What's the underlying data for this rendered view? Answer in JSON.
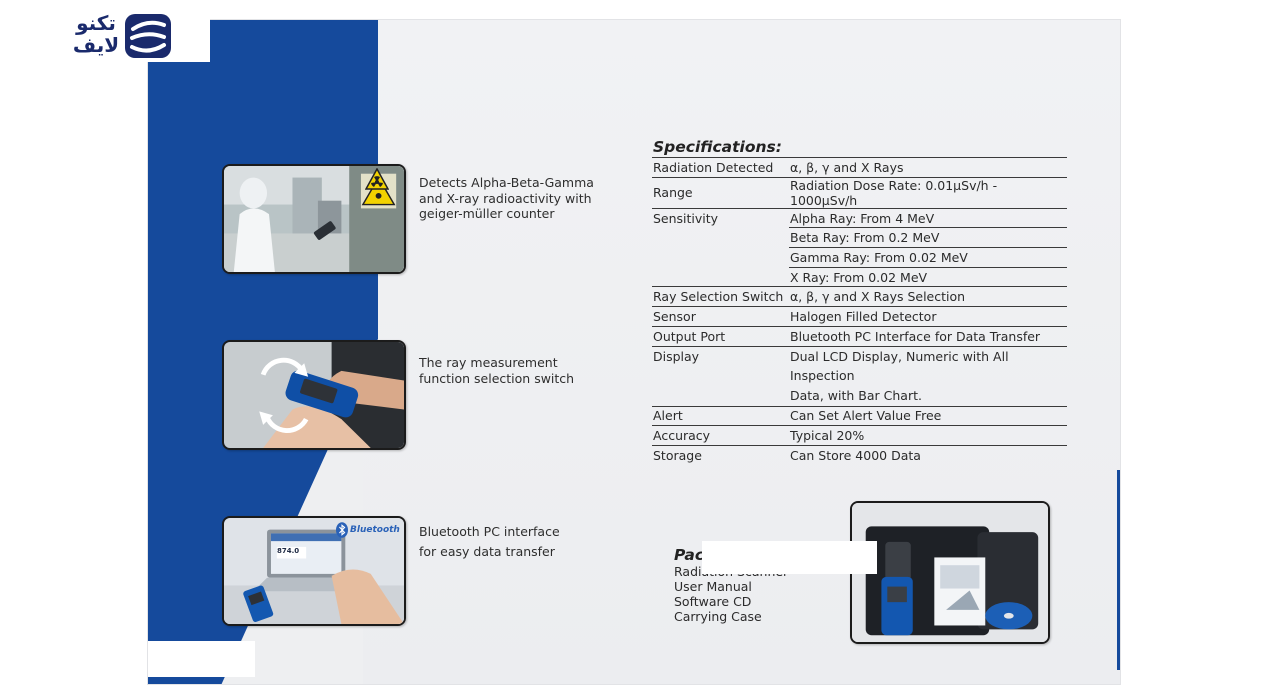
{
  "logo": {
    "line1": "تکنو",
    "line2": "لایف"
  },
  "features": [
    {
      "icon": "radiation-hazard-icon",
      "lines": [
        "Detects Alpha-Beta-Gamma",
        "and X-ray radioactivity with",
        "geiger-müller counter"
      ]
    },
    {
      "icon": "rotate-arrows-icon",
      "lines": [
        "The ray measurement",
        "function selection switch"
      ]
    },
    {
      "icon": "bluetooth-icon",
      "lines": [
        "Bluetooth PC interface",
        "for easy data transfer"
      ],
      "badge": "Bluetooth",
      "screen_value": "874.0"
    }
  ],
  "specifications": {
    "title": "Specifications:",
    "rows": [
      {
        "label": "Radiation Detected",
        "value": "α, β, γ and X Rays"
      },
      {
        "label": "Range",
        "value": "Radiation Dose Rate: 0.01μSv/h - 1000μSv/h"
      },
      {
        "label": "Sensitivity",
        "value": "Alpha Ray: From 4 MeV"
      },
      {
        "label": "",
        "value": "Beta Ray: From 0.2 MeV"
      },
      {
        "label": "",
        "value": "Gamma Ray: From 0.02 MeV"
      },
      {
        "label": "",
        "value": "X Ray: From 0.02 MeV"
      },
      {
        "label": "Ray Selection Switch",
        "value": "α, β, γ and X Rays Selection"
      },
      {
        "label": "Sensor",
        "value": "Halogen Filled Detector"
      },
      {
        "label": "Output Port",
        "value": "Bluetooth PC Interface for Data Transfer"
      },
      {
        "label": "Display",
        "value": "Dual LCD Display, Numeric with All Inspection",
        "value2": "Data, with Bar Chart."
      },
      {
        "label": "Alert",
        "value": "Can Set Alert Value Free"
      },
      {
        "label": "Accuracy",
        "value": "Typical 20%"
      },
      {
        "label": "Storage",
        "value": "Can Store 4000 Data"
      }
    ]
  },
  "package": {
    "title": "Pac",
    "items": [
      "Radiation Scanner",
      "User Manual",
      "Software CD",
      "Carrying Case"
    ]
  },
  "colors": {
    "brand_blue": "#154a9c",
    "logo_navy": "#1a2a6c",
    "paper": "#eeeff1"
  }
}
